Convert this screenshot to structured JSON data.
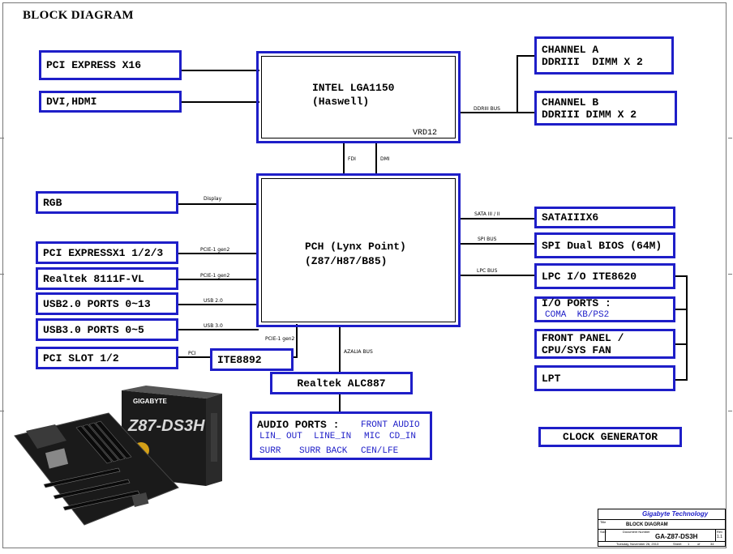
{
  "title": "BLOCK DIAGRAM",
  "cpu": {
    "line1": "INTEL LGA1150",
    "line2": "(Haswell)",
    "vrd": "VRD12"
  },
  "pch": {
    "line1": "PCH (Lynx Point)",
    "line2": "(Z87/H87/B85)"
  },
  "left_top": {
    "pcie16": "PCI EXPRESS X16",
    "dvi": "DVI,HDMI"
  },
  "memory": {
    "a1": "CHANNEL A",
    "a2": "DDRIII  DIMM X 2",
    "b1": "CHANNEL B",
    "b2": "DDRIII DIMM X 2",
    "bus": "DDRIII BUS"
  },
  "links": {
    "fdi": "FDI",
    "dmi": "DMI"
  },
  "left": {
    "rgb": "RGB",
    "rgb_bus": "Display",
    "pcie1": "PCI EXPRESSX1 1/2/3",
    "pcie1_bus": "PCIE-1 gen2",
    "lan": "Realtek 8111F-VL",
    "lan_bus": "PCIE-1 gen2",
    "usb2": "USB2.0 PORTS 0~13",
    "usb2_bus": "USB 2.0",
    "usb3": "USB3.0 PORTS 0~5",
    "usb3_bus": "USB 3.0",
    "pci": "PCI SLOT 1/2",
    "pci_bus": "PCI",
    "ite": "ITE8892",
    "ite_bus": "PCIE-1 gen2"
  },
  "audio": {
    "codec": "Realtek ALC887",
    "bus": "AZALIA BUS",
    "ports_title": "AUDIO PORTS :",
    "front": "FRONT AUDIO",
    "p1": "LIN_ OUT",
    "p2": "LINE_IN",
    "p3": "MIC",
    "p4": "CD_IN",
    "p5": "SURR",
    "p6": "SURR BACK",
    "p7": "CEN/LFE"
  },
  "right": {
    "sata": "SATAIIIX6",
    "sata_bus": "SATA III / II",
    "spi": "SPI Dual BIOS (64M)",
    "spi_bus": "SPI BUS",
    "lpc": "LPC I/O ITE8620",
    "lpc_bus": "LPC BUS",
    "io1": "I/O PORTS :",
    "io2": "COMA  KB/PS2",
    "fp1": "FRONT PANEL /",
    "fp2": "CPU/SYS FAN",
    "lpt": "LPT"
  },
  "clock": "CLOCK GENERATOR",
  "product": {
    "brand": "GIGABYTE",
    "model": "Z87-DS3H"
  },
  "title_block": {
    "company": "Gigabyte Technology",
    "title_label": "Title",
    "title": "BLOCK DIAGRAM",
    "size_label": "Size",
    "doc_label": "Document Number",
    "doc": "GA-Z87-DS3H",
    "rev_label": "Rev",
    "rev": "1.1",
    "date": "Tuesday, November 26, 2013",
    "sheet_label": "Sheet",
    "sheet": "1",
    "of_label": "of",
    "of": "34"
  },
  "colors": {
    "box_border": "#1e1ec8",
    "line": "#000000"
  }
}
